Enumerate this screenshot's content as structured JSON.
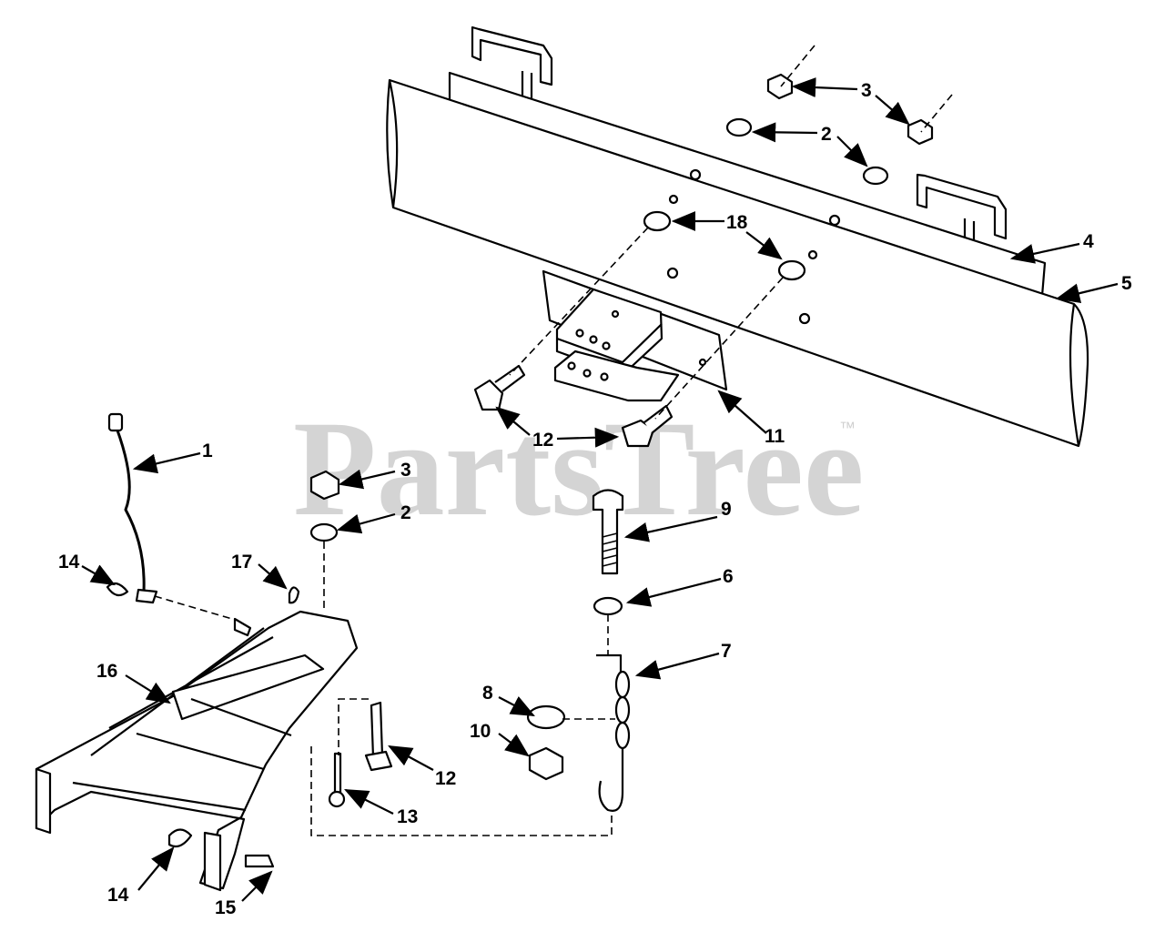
{
  "watermark": {
    "text": "PartsTree",
    "trademark": "™"
  },
  "callouts": {
    "c1": "1",
    "c2a": "2",
    "c2b": "2",
    "c3a": "3",
    "c3b": "3",
    "c4": "4",
    "c5": "5",
    "c6": "6",
    "c7": "7",
    "c8": "8",
    "c9": "9",
    "c10": "10",
    "c11": "11",
    "c12a": "12",
    "c12b": "12",
    "c13": "13",
    "c14a": "14",
    "c14b": "14",
    "c15": "15",
    "c16": "16",
    "c17": "17",
    "c18": "18"
  },
  "parts": [
    "lanyard-cable",
    "lock-washer",
    "hex-nut",
    "blade-bracket",
    "blade",
    "lock-washer",
    "chain-hook",
    "flat-washer",
    "carriage-bolt",
    "hex-nut",
    "pivot-bracket",
    "hex-bolt",
    "hitch-pin",
    "hair-pin-cotter",
    "clevis-pin",
    "push-frame",
    "cotter-pin",
    "flat-washer"
  ]
}
